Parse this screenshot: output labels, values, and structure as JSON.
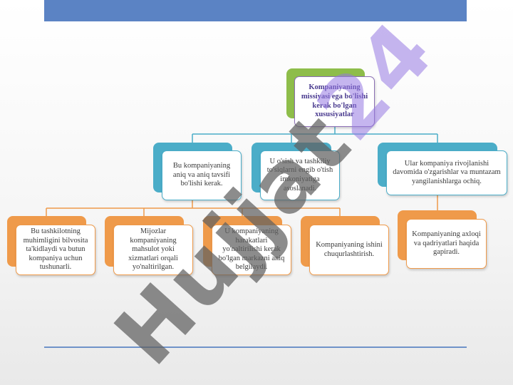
{
  "colors": {
    "top_bar": "#5b83c4",
    "root_tab": "#8ebd4a",
    "root_border": "#8c6fb5",
    "teal": "#4badc8",
    "orange": "#ef9a4a"
  },
  "diagram": {
    "root": {
      "text": "Kompaniyaning missiyasi ega bo'lishi kerak bo'lgan xususiyatlar"
    },
    "level2": [
      {
        "text": "Bu kompaniyaning aniq va aniq tavsifi bo'lishi kerak."
      },
      {
        "text": "U o'sish va tashkiliy to'siqlarni engib o'tish imkoniyatiga asoslanadi."
      },
      {
        "text": "Ular kompaniya rivojlanishi davomida o'zgarishlar va muntazam yangilanishlarga ochiq."
      }
    ],
    "level3": [
      {
        "text": "Bu tashkilotning muhimligini bilvosita ta'kidlaydi va butun kompaniya uchun tushunarli."
      },
      {
        "text": "Mijozlar kompaniyaning mahsulot yoki xizmatlari orqali yo'naltirilgan."
      },
      {
        "text": "U kompaniyaning harakatlari yo'naltirilishi kerak bo'lgan markazni aniq belgilaydi."
      },
      {
        "text": "Kompaniyaning ishini chuqurlashtirish."
      },
      {
        "text": "Kompaniyaning axloqi va qadriyatlari haqida gapiradi."
      }
    ]
  },
  "watermark": {
    "part1": "Hujjat",
    "part2": "24"
  }
}
